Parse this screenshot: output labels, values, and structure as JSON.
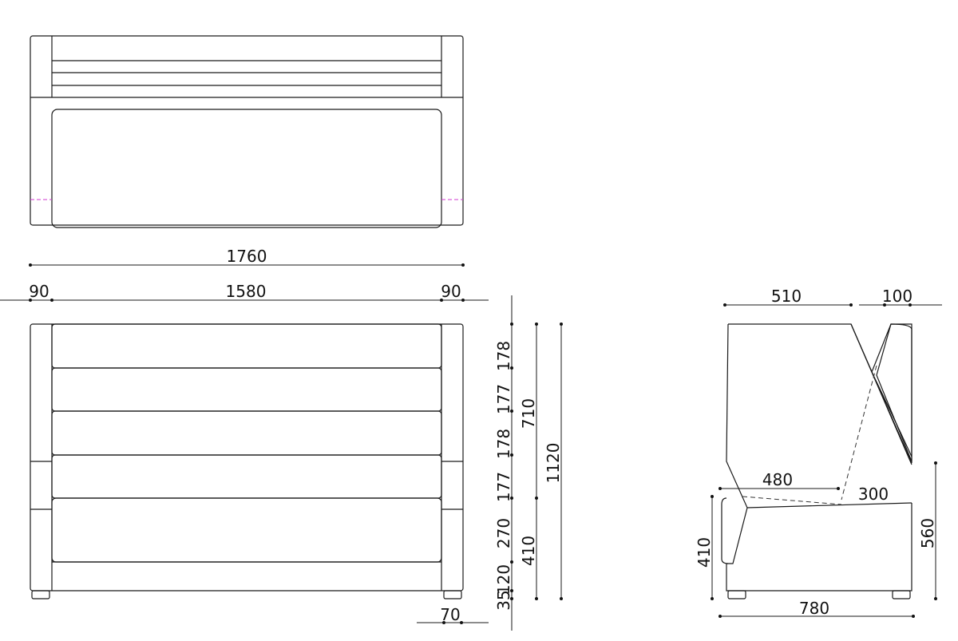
{
  "dimensions": {
    "top_total_width": "1760",
    "arm_left": "90",
    "seat_width": "1580",
    "arm_right": "90",
    "foot_width": "70",
    "back_panel_1": "178",
    "back_panel_2": "177",
    "back_panel_3": "178",
    "back_panel_4": "177",
    "seat_cushion": "270",
    "base": "120",
    "foot": "35",
    "back_height": "710",
    "seat_height": "410",
    "total_height": "1120",
    "side_depth_top": "510",
    "side_back_thickness": "100",
    "side_seat_depth": "480",
    "side_back_offset": "300",
    "side_seat_height": "410",
    "side_arm_height": "560",
    "side_total_depth": "780"
  }
}
